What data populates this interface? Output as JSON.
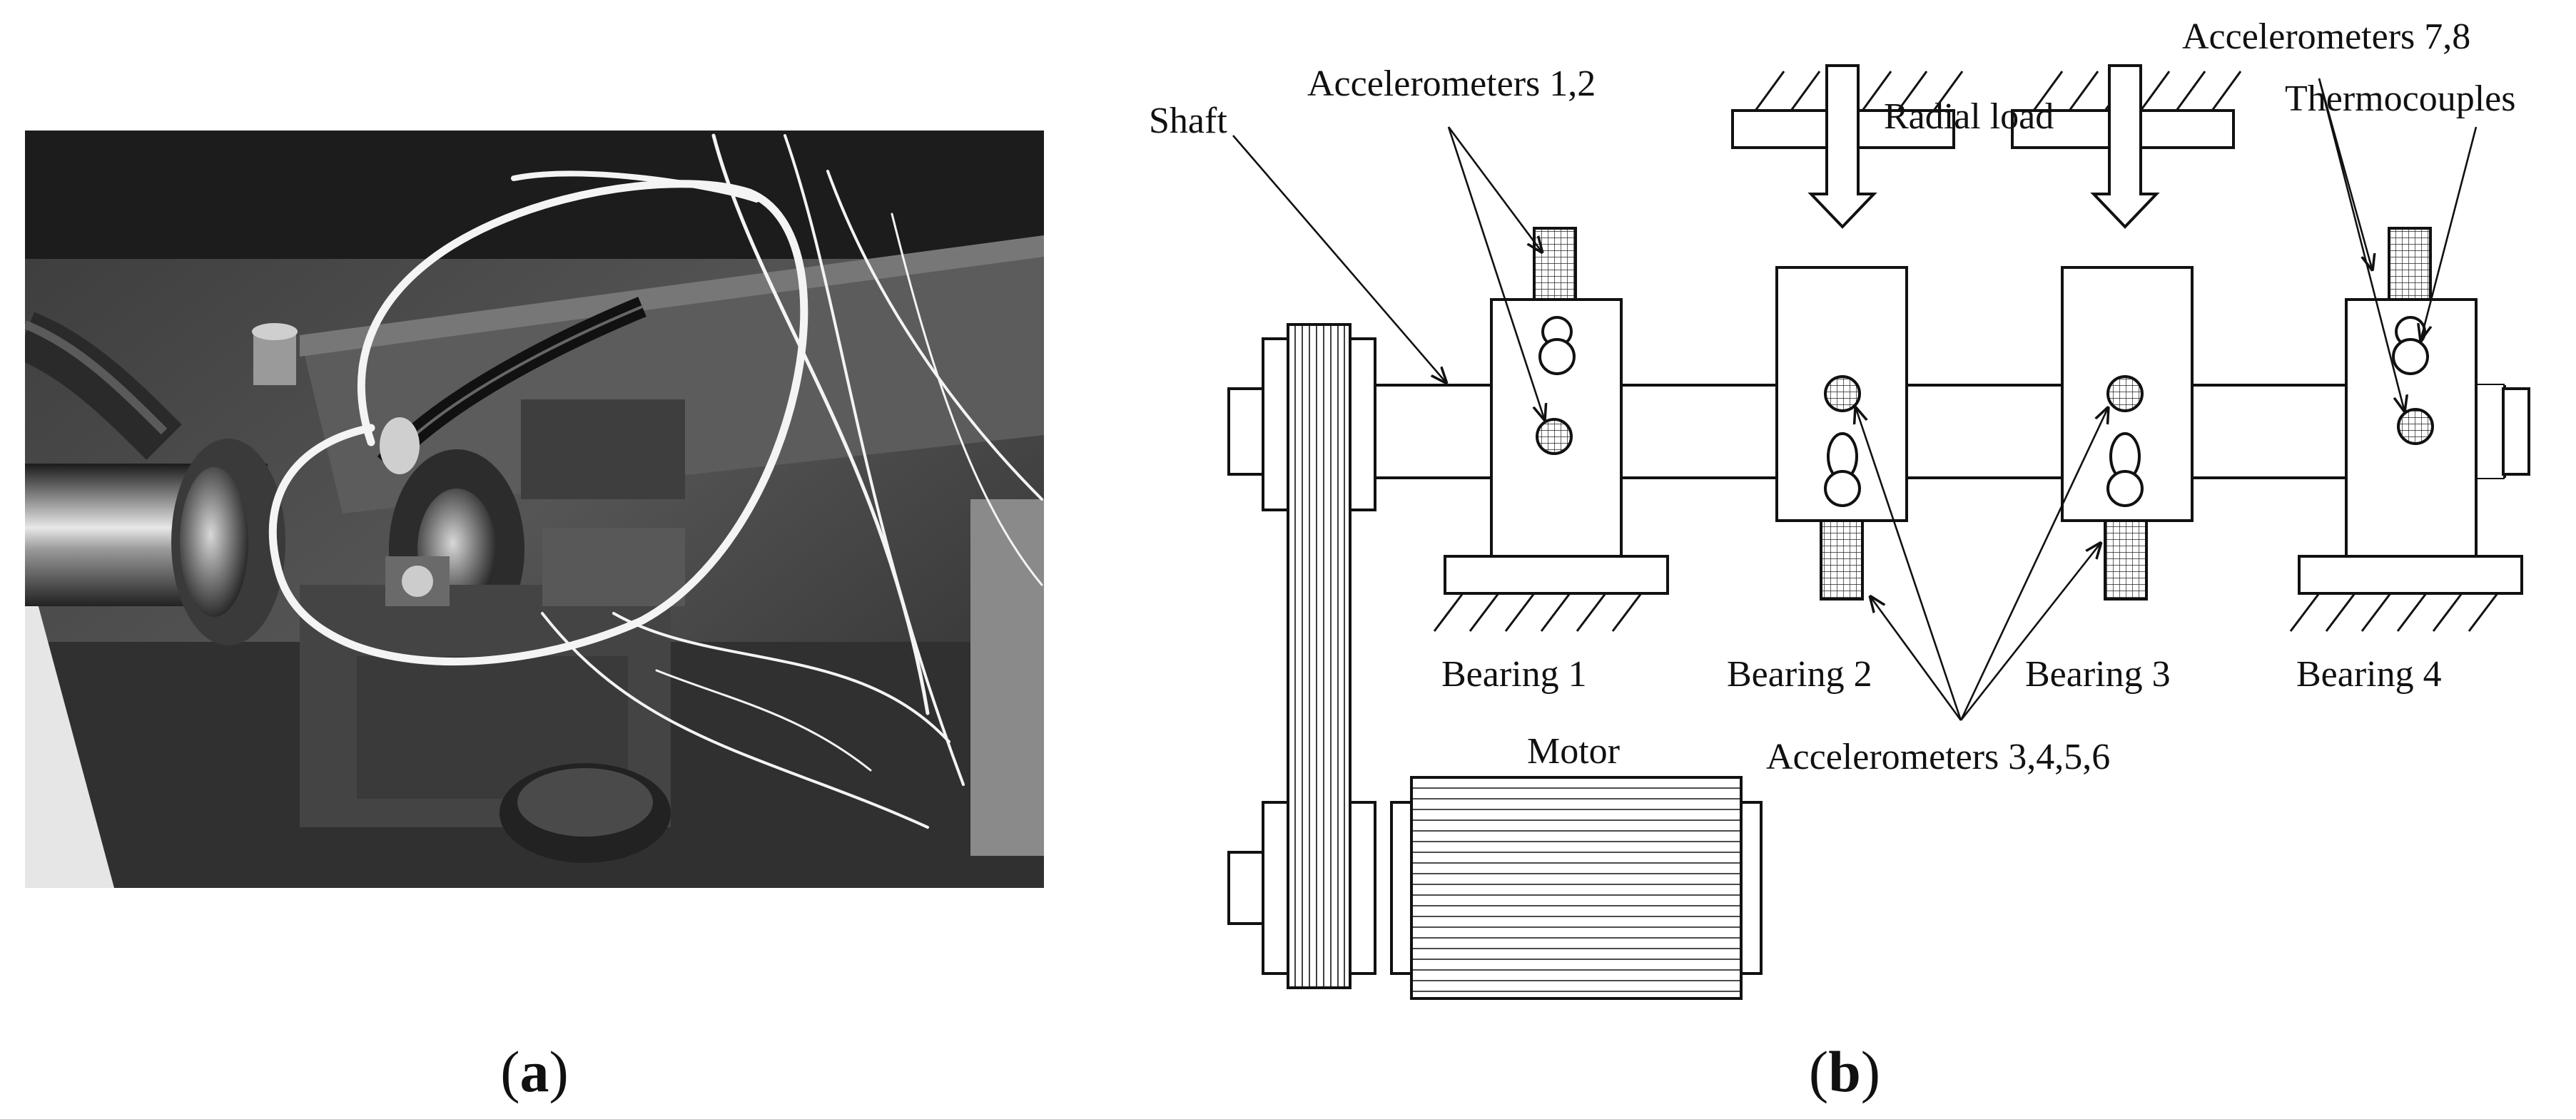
{
  "panel_a": {
    "caption_open": "(",
    "caption_letter": "a",
    "caption_close": ")"
  },
  "panel_b": {
    "caption_open": "(",
    "caption_letter": "b",
    "caption_close": ")",
    "labels": {
      "shaft": "Shaft",
      "accelerometers_1_2": "Accelerometers 1,2",
      "radial_load": "Radial load",
      "accelerometers_7_8": "Accelerometers 7,8",
      "thermocouples": "Thermocouples",
      "bearing_1": "Bearing 1",
      "bearing_2": "Bearing 2",
      "bearing_3": "Bearing 3",
      "bearing_4": "Bearing 4",
      "motor": "Motor",
      "accelerometers_3_4_5_6": "Accelerometers 3,4,5,6"
    }
  }
}
